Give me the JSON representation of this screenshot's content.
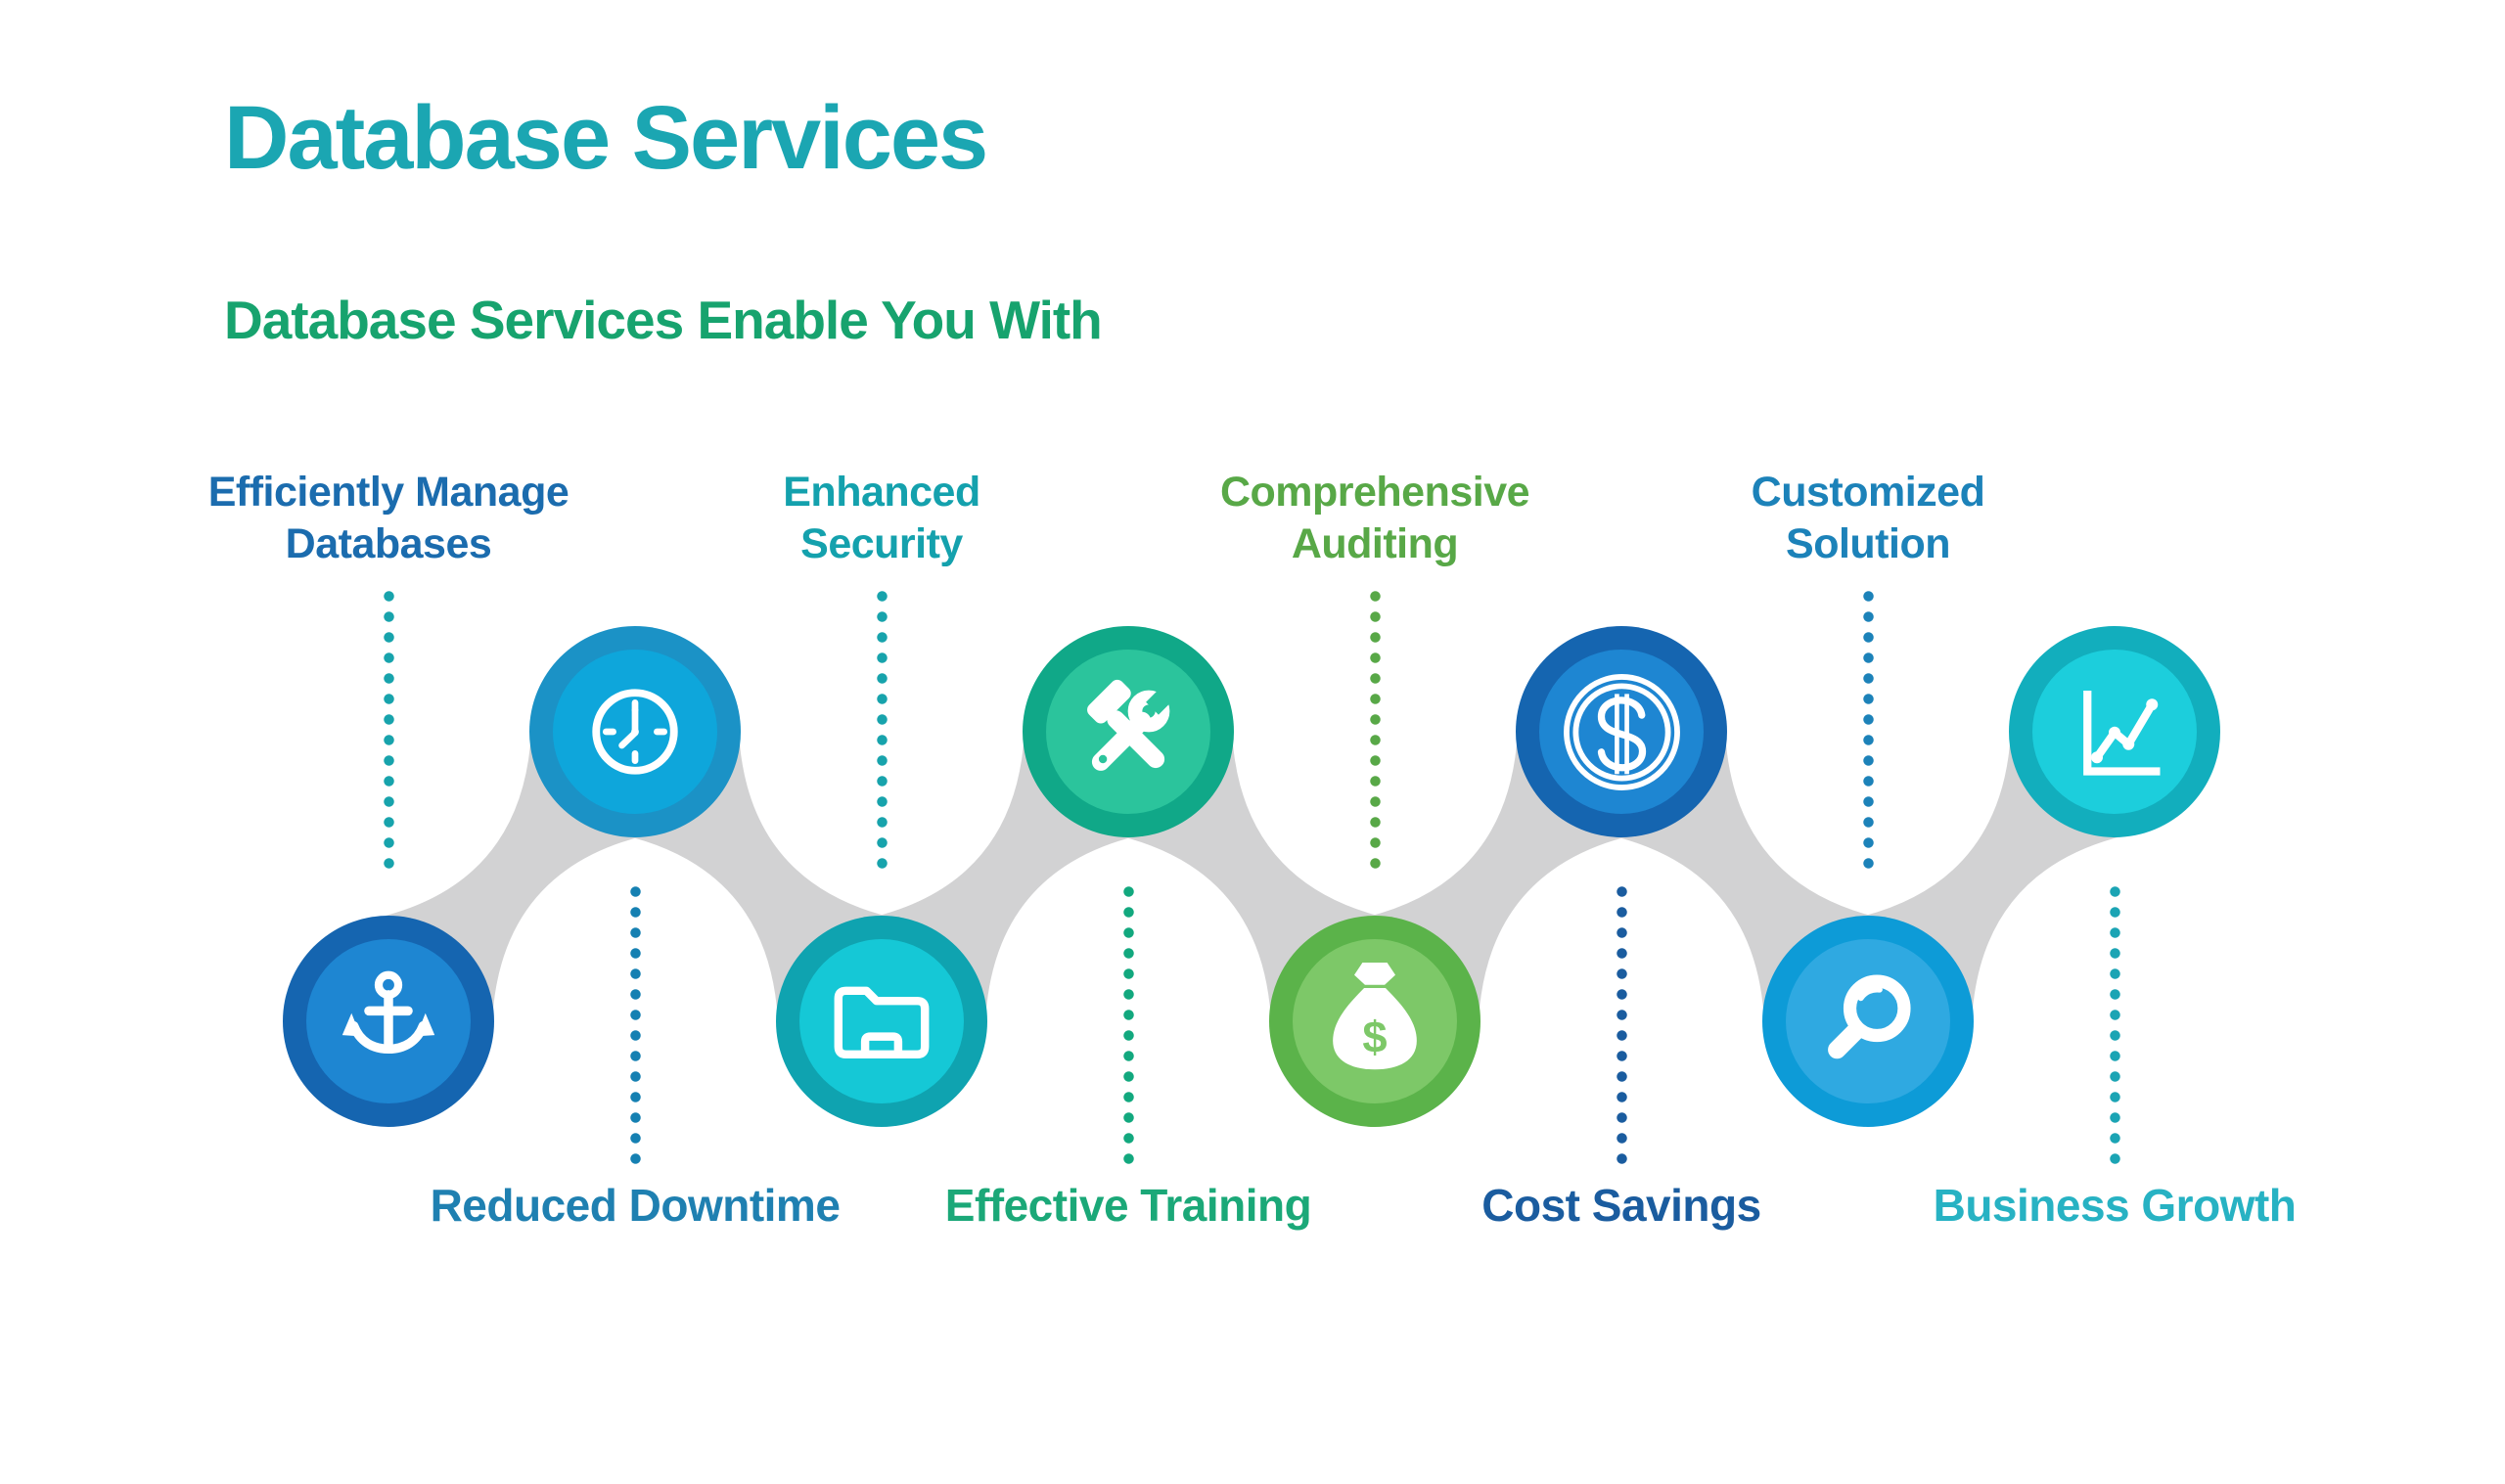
{
  "page": {
    "background": "#FFFFFF"
  },
  "header": {
    "title": "Database Services",
    "title_color": "#1BA6B2",
    "subtitle": "Database Services Enable You With",
    "subtitle_color": "#17A36E"
  },
  "connector_color": "#D2D2D3",
  "nodes": [
    {
      "label": "Efficiently Manage\nDatabases",
      "label_color": "#1B6CAE",
      "row": "bottom",
      "icon": "anchor-icon",
      "ring_color": "#1565B0",
      "fill_color": "#1E86D2",
      "dot_color": "#17A3AC"
    },
    {
      "label": "Reduced Downtime",
      "label_color": "#1F80B1",
      "row": "top",
      "icon": "clock-icon",
      "ring_color": "#1B92C6",
      "fill_color": "#0EA6DB",
      "dot_color": "#1580B2"
    },
    {
      "label": "Enhanced\nSecurity",
      "label_color": "#14A1AD",
      "row": "bottom",
      "icon": "folder-icon",
      "ring_color": "#0FA3B0",
      "fill_color": "#15C8D6",
      "dot_color": "#17A3AC"
    },
    {
      "label": "Effective Training",
      "label_color": "#1BA878",
      "row": "top",
      "icon": "hammer-wrench-icon",
      "ring_color": "#10A888",
      "fill_color": "#2BC49C",
      "dot_color": "#12A87E"
    },
    {
      "label": "Comprehensive\nAuditing",
      "label_color": "#58A847",
      "row": "bottom",
      "icon": "money-bag-icon",
      "ring_color": "#5BB34A",
      "fill_color": "#7DC868",
      "dot_color": "#58A847"
    },
    {
      "label": "Cost Savings",
      "label_color": "#1A5C9F",
      "row": "top",
      "icon": "dollar-coin-icon",
      "ring_color": "#1565B0",
      "fill_color": "#1E86D2",
      "dot_color": "#1A5C9F"
    },
    {
      "label": "Customized\nSolution",
      "label_color": "#1C82B9",
      "row": "bottom",
      "icon": "magnifier-icon",
      "ring_color": "#0D9BD7",
      "fill_color": "#2FA9E1",
      "dot_color": "#1C82B9"
    },
    {
      "label": "Business Growth",
      "label_color": "#27B2C3",
      "row": "top",
      "icon": "line-chart-icon",
      "ring_color": "#12AEBD",
      "fill_color": "#1CCEDC",
      "dot_color": "#1BA4B4"
    }
  ]
}
